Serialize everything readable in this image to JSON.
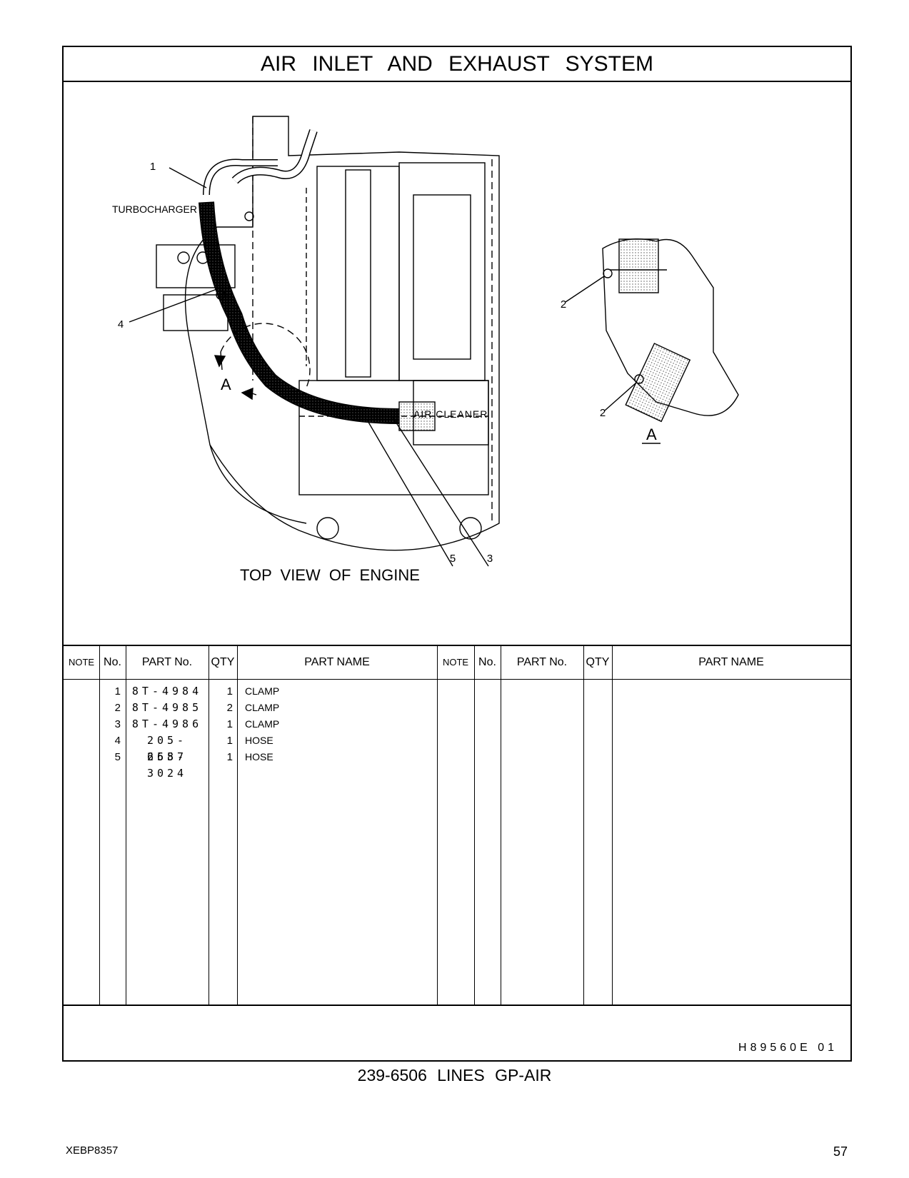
{
  "page": {
    "title": "AIR INLET AND EXHAUST SYSTEM",
    "group_line": "239-6506 LINES GP-AIR",
    "doc_id": "XEBP8357",
    "page_number": "57",
    "drawing_code": "H89560E 01"
  },
  "drawing": {
    "caption": "TOP VIEW OF ENGINE",
    "labels": {
      "turbocharger": "TURBOCHARGER",
      "air_cleaner": "AIR CLEANER",
      "view_a": "A",
      "view_a_detail": "A"
    },
    "callouts": [
      "1",
      "2",
      "2",
      "3",
      "4",
      "5"
    ]
  },
  "table": {
    "headers": [
      "NOTE",
      "No.",
      "PART No.",
      "QTY",
      "PART NAME"
    ],
    "rows": [
      {
        "no": "1",
        "part_no": "8T-4984",
        "qty": "1",
        "name": "CLAMP"
      },
      {
        "no": "2",
        "part_no": "8T-4985",
        "qty": "2",
        "name": "CLAMP"
      },
      {
        "no": "3",
        "part_no": "8T-4986",
        "qty": "1",
        "name": "CLAMP"
      },
      {
        "no": "4",
        "part_no": "205-6687",
        "qty": "1",
        "name": "HOSE"
      },
      {
        "no": "5",
        "part_no": "255-3024",
        "qty": "1",
        "name": "HOSE"
      }
    ]
  }
}
